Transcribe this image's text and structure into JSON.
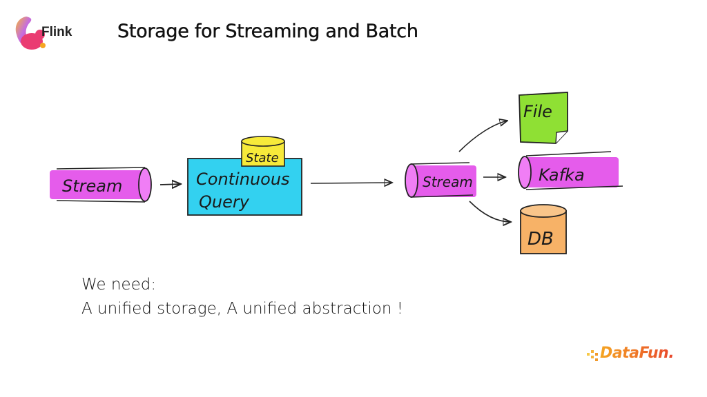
{
  "header": {
    "logo_name": "Flink",
    "title": "Storage for Streaming and Batch"
  },
  "diagram": {
    "source": {
      "label": "Stream",
      "color": "#e040e8"
    },
    "processor": {
      "label_line1": "Continuous",
      "label_line2": "Query",
      "color": "#33d1f0"
    },
    "state": {
      "label": "State",
      "color": "#f7ea3a"
    },
    "output_stream": {
      "label": "Stream",
      "color": "#e040e8"
    },
    "sinks": [
      {
        "label": "File",
        "color": "#8fe034"
      },
      {
        "label": "Kafka",
        "color": "#e040e8"
      },
      {
        "label": "DB",
        "color": "#f7b267"
      }
    ]
  },
  "body": {
    "line1": "We need:",
    "line2": "A unified storage, A unified abstraction !"
  },
  "footer": {
    "brand": "DataFun."
  }
}
